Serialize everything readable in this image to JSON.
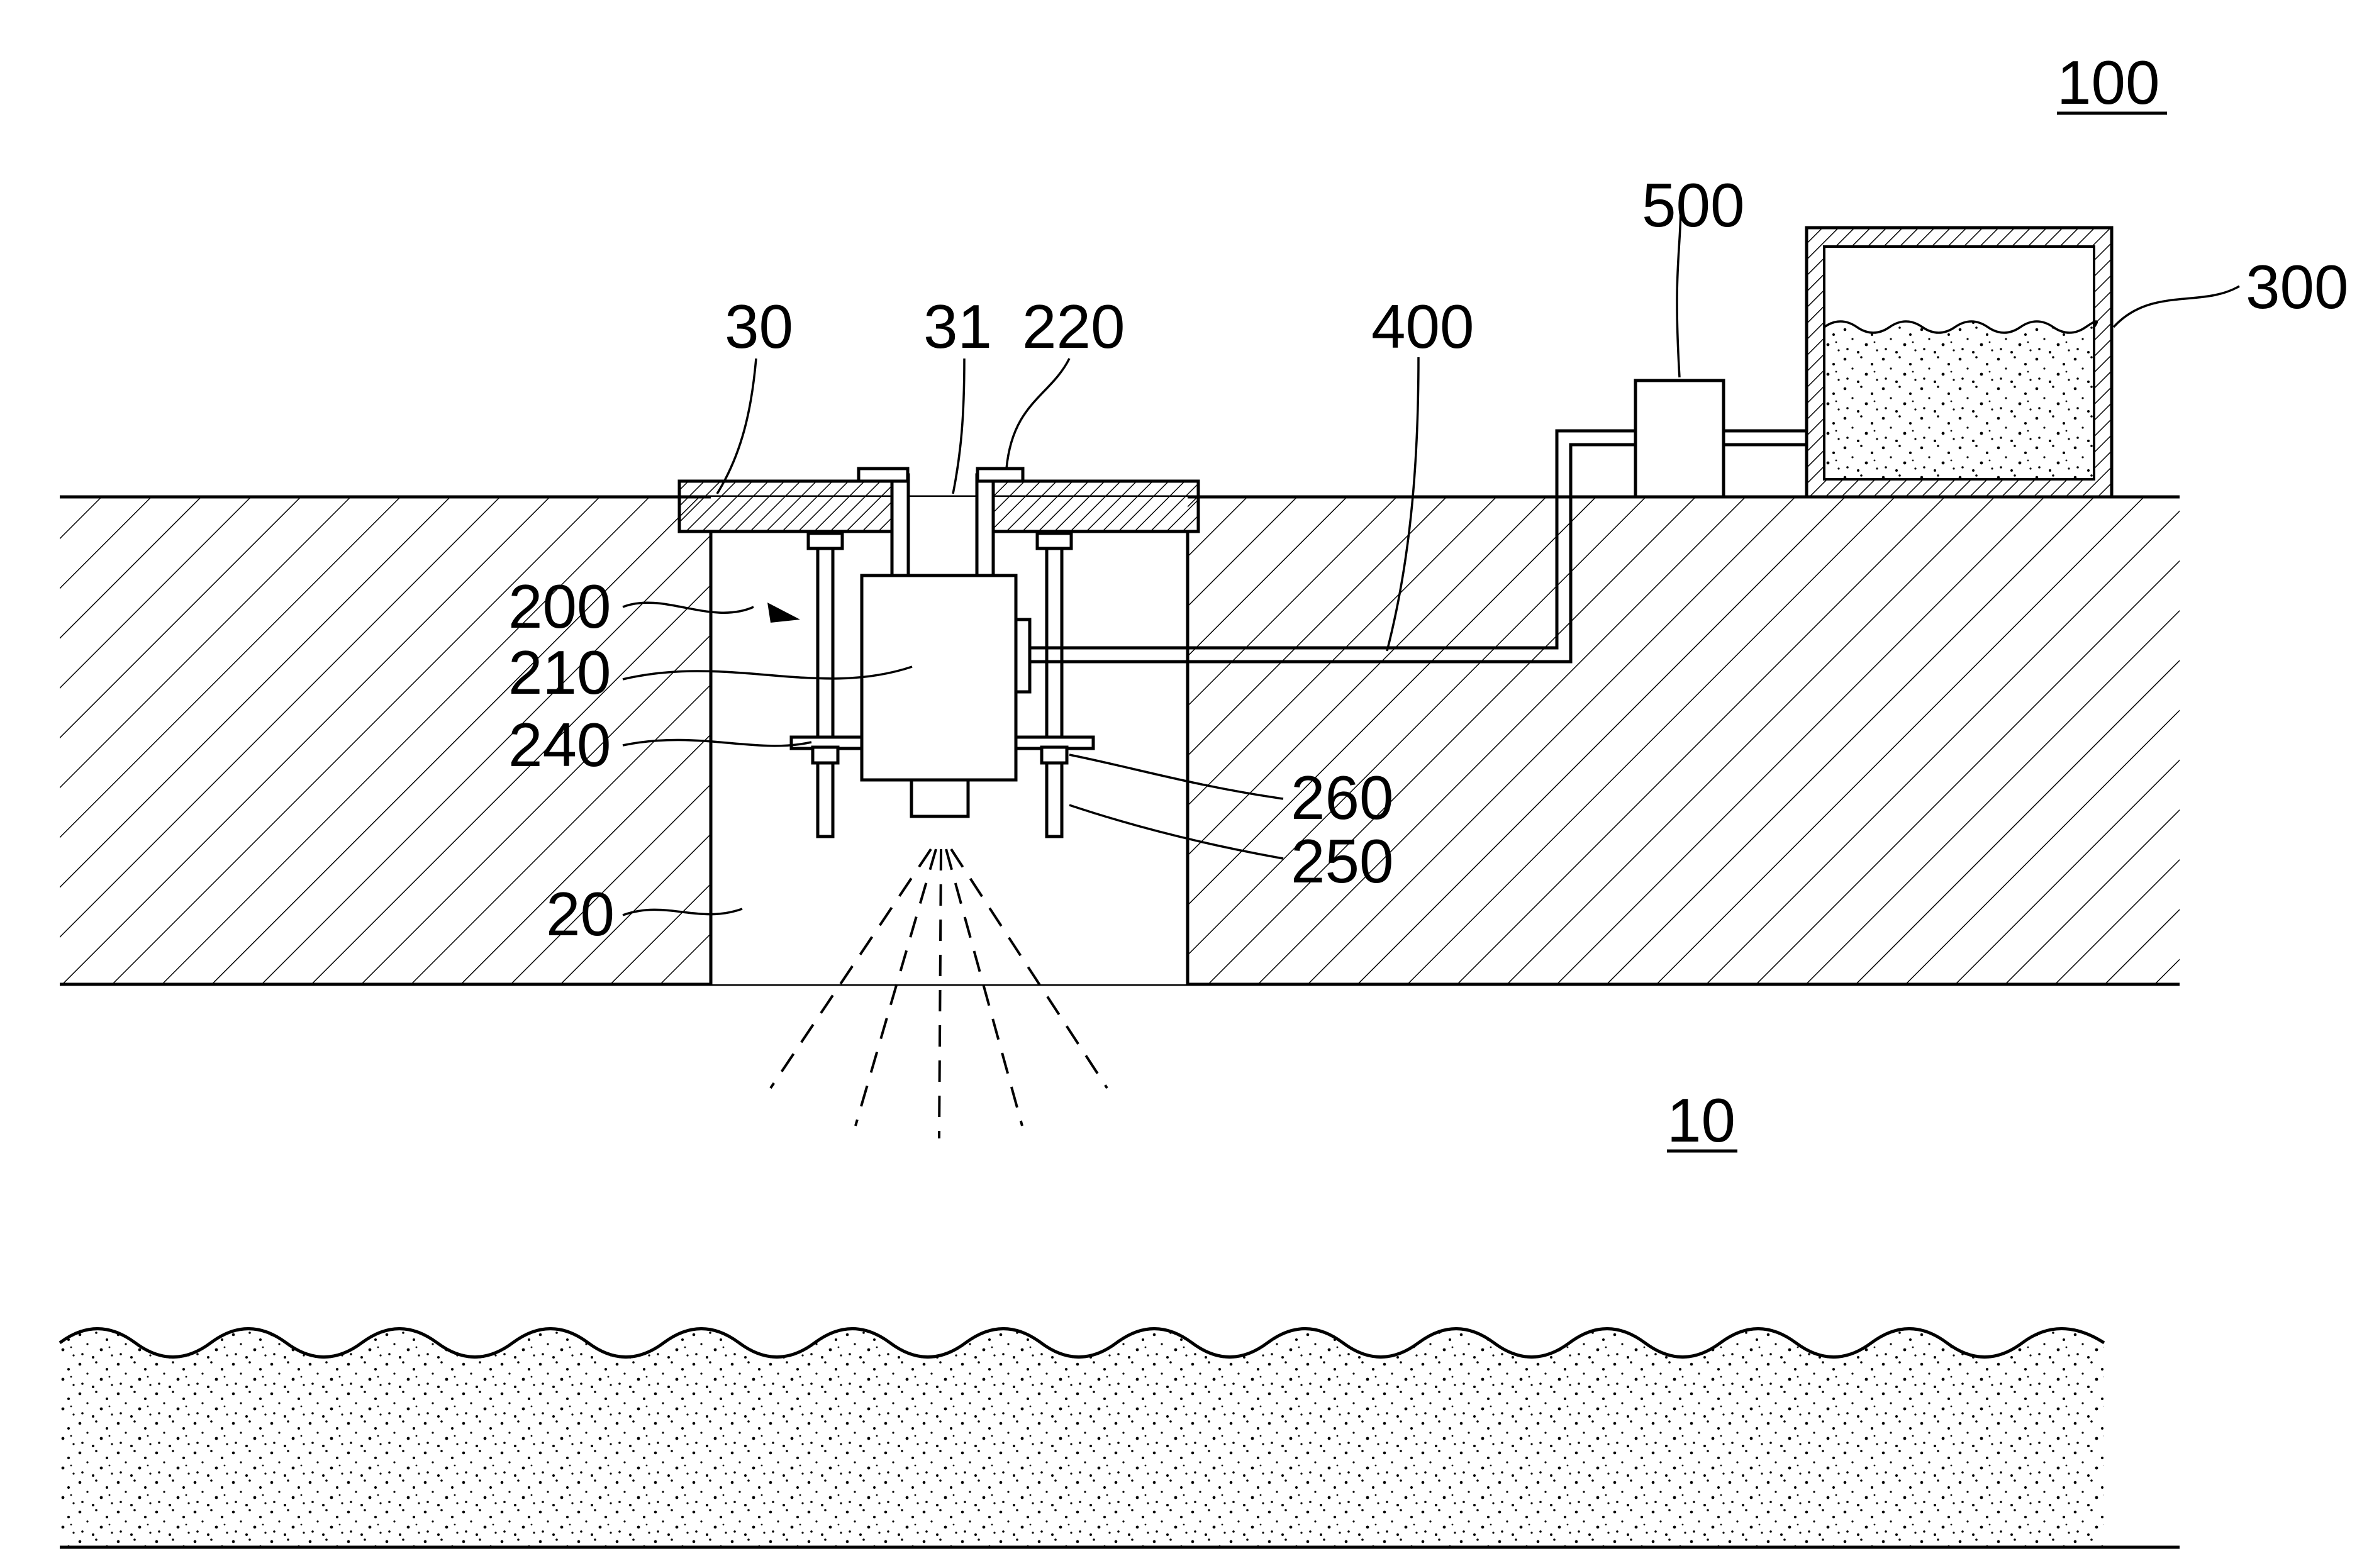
{
  "figure": {
    "labels": {
      "system": "100",
      "space": "10",
      "well": "20",
      "cover": "30",
      "cover_opening": "31",
      "spray_unit": "200",
      "body": "210",
      "pipe_outlet": "220",
      "bracket": "240",
      "rod": "250",
      "nut": "260",
      "tank": "300",
      "supply_line": "400",
      "pump": "500"
    }
  }
}
